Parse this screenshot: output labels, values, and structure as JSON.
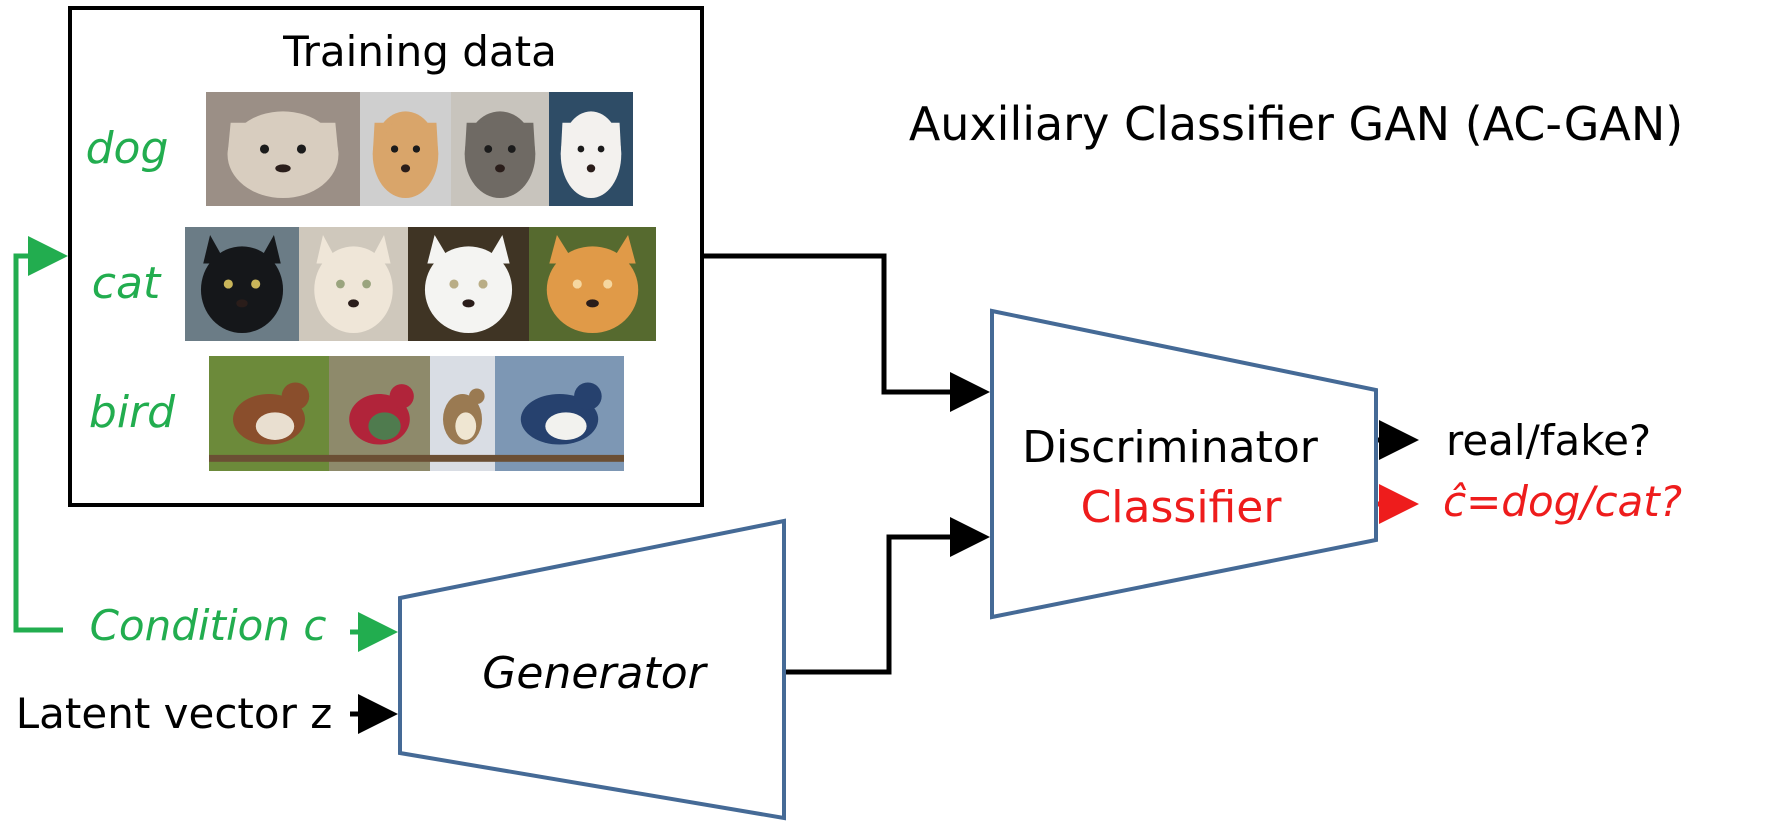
{
  "title": "Auxiliary Classifier GAN (AC-GAN)",
  "training_box": {
    "heading": "Training data",
    "rows": [
      {
        "label": "dog",
        "images": [
          {
            "subject": "shaggy light dog",
            "bg": "#9b8f86",
            "fur": "#d8cdbf",
            "accent": "#5a4a3e"
          },
          {
            "subject": "beagle",
            "bg": "#cfcfcf",
            "fur": "#d9a56a",
            "accent": "#ffffff"
          },
          {
            "subject": "grey puppy",
            "bg": "#c8c4bd",
            "fur": "#6f6a64",
            "accent": "#e6e2db"
          },
          {
            "subject": "bulldog",
            "bg": "#2e4c66",
            "fur": "#f3f1ee",
            "accent": "#d7a79f"
          }
        ]
      },
      {
        "label": "cat",
        "images": [
          {
            "subject": "black cat",
            "bg": "#6b7c86",
            "fur": "#15171a",
            "accent": "#c9b55a"
          },
          {
            "subject": "cream cat",
            "bg": "#cfc8bc",
            "fur": "#efe6d8",
            "accent": "#9aa47e"
          },
          {
            "subject": "white cat",
            "bg": "#3f3424",
            "fur": "#f4f4f2",
            "accent": "#b9ad86"
          },
          {
            "subject": "ginger cat",
            "bg": "#566a2f",
            "fur": "#e09a48",
            "accent": "#f5d7a0"
          }
        ]
      },
      {
        "label": "bird",
        "images": [
          {
            "subject": "wren",
            "bg": "#6c8a3a",
            "fur": "#8a4e2c",
            "accent": "#e9dfd0"
          },
          {
            "subject": "hummingbird",
            "bg": "#8e8a6b",
            "fur": "#b1243a",
            "accent": "#4f7b4e"
          },
          {
            "subject": "sparrow",
            "bg": "#d9dde4",
            "fur": "#9a7a52",
            "accent": "#efe6d2"
          },
          {
            "subject": "swallow",
            "bg": "#7d97b4",
            "fur": "#26416e",
            "accent": "#f2f2ee"
          }
        ]
      }
    ]
  },
  "inputs": {
    "condition": "Condition c",
    "latent": "Latent vector z"
  },
  "generator": {
    "label": "Generator"
  },
  "discriminator": {
    "label": "Discriminator",
    "sublabel": "Classifier"
  },
  "outputs": {
    "real_fake": "real/fake?",
    "class_pred": "ĉ=dog/cat?"
  },
  "colors": {
    "green": "#22ad4f",
    "red": "#ee1c1c",
    "block_outline": "#456a96",
    "black": "#000000"
  }
}
